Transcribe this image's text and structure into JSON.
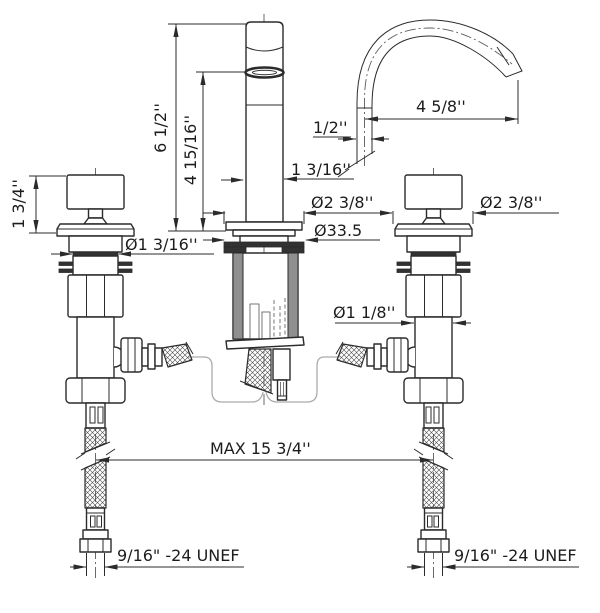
{
  "drawing": {
    "background": "#ffffff",
    "line_color": "#2b2b2b",
    "dark_fill": "#323232",
    "gray_fill": "#8f8f8f",
    "hose_curve_color": "#ababab",
    "text_color": "#1c1c1c"
  },
  "dimensions": {
    "spout_height": "6 1/2''",
    "outlet_height": "4 15/16''",
    "spout_tube": "1/2''",
    "spout_reach": "4 5/8''",
    "spout_column_diameter": "1 3/16''",
    "base_flange_diameter": "Ø2 3/8''",
    "deck_hole_diameter": "Ø33.5",
    "handle_base_diameter": "Ø1 3/16''",
    "handle_height": "1 3/4''",
    "handle_flange_diameter": "Ø2 3/8''",
    "valve_body_diameter": "Ø1 1/8''",
    "hose_max_length": "MAX 15 3/4''",
    "thread_left": "9/16\" -24 UNEF",
    "thread_right": "9/16\" -24 UNEF"
  }
}
